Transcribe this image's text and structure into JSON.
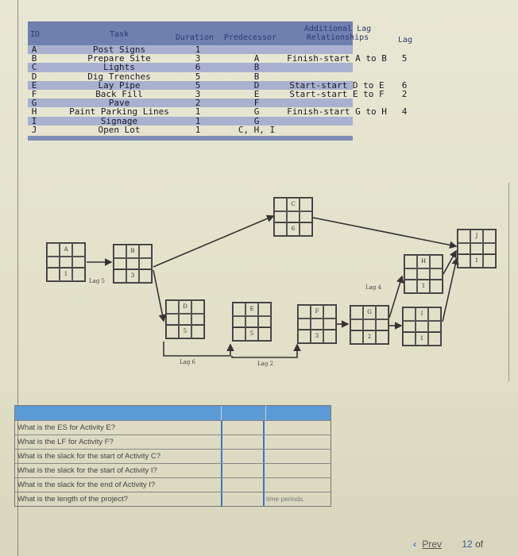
{
  "task_table": {
    "headers": {
      "id": "ID",
      "task": "Task",
      "duration": "Duration",
      "predecessor": "Predecessor",
      "lag_relationships": "Additional Lag Relationships",
      "lag": "Lag"
    },
    "rows": [
      {
        "id": "A",
        "task": "Post Signs",
        "duration": "1",
        "predecessor": "",
        "lag_rel": "",
        "lag": ""
      },
      {
        "id": "B",
        "task": "Prepare Site",
        "duration": "3",
        "predecessor": "A",
        "lag_rel": "Finish-start A to B",
        "lag": "5"
      },
      {
        "id": "C",
        "task": "Lights",
        "duration": "6",
        "predecessor": "B",
        "lag_rel": "",
        "lag": ""
      },
      {
        "id": "D",
        "task": "Dig Trenches",
        "duration": "5",
        "predecessor": "B",
        "lag_rel": "",
        "lag": ""
      },
      {
        "id": "E",
        "task": "Lay Pipe",
        "duration": "5",
        "predecessor": "D",
        "lag_rel": "Start-start D to E",
        "lag": "6"
      },
      {
        "id": "F",
        "task": "Back Fill",
        "duration": "3",
        "predecessor": "E",
        "lag_rel": "Start-start E to F",
        "lag": "2"
      },
      {
        "id": "G",
        "task": "Pave",
        "duration": "2",
        "predecessor": "F",
        "lag_rel": "",
        "lag": ""
      },
      {
        "id": "H",
        "task": "Paint Parking Lines",
        "duration": "1",
        "predecessor": "G",
        "lag_rel": "Finish-start G to H",
        "lag": "4"
      },
      {
        "id": "I",
        "task": "Signage",
        "duration": "1",
        "predecessor": "G",
        "lag_rel": "",
        "lag": ""
      },
      {
        "id": "J",
        "task": "Open Lot",
        "duration": "1",
        "predecessor": "C, H, I",
        "lag_rel": "",
        "lag": ""
      }
    ]
  },
  "network": {
    "nodes": [
      {
        "id": "A",
        "dur": "1"
      },
      {
        "id": "B",
        "dur": "3"
      },
      {
        "id": "C",
        "dur": "6"
      },
      {
        "id": "D",
        "dur": "5"
      },
      {
        "id": "E",
        "dur": "5"
      },
      {
        "id": "F",
        "dur": "3"
      },
      {
        "id": "G",
        "dur": "2"
      },
      {
        "id": "H",
        "dur": "1"
      },
      {
        "id": "I",
        "dur": "1"
      },
      {
        "id": "J",
        "dur": "1"
      }
    ],
    "lag_labels": {
      "ab": "Lag 5",
      "de": "Lag 6",
      "ef": "Lag 2",
      "gh": "Lag 4"
    }
  },
  "questions": [
    {
      "text": "What is the ES for Activity E?",
      "answer": "",
      "unit": ""
    },
    {
      "text": "What is the LF for Activity F?",
      "answer": "",
      "unit": ""
    },
    {
      "text": "What is the slack for the start of Activity C?",
      "answer": "",
      "unit": ""
    },
    {
      "text": "What is the slack for the start of Activity I?",
      "answer": "",
      "unit": ""
    },
    {
      "text": "What is the slack for the end of Activity I?",
      "answer": "",
      "unit": ""
    },
    {
      "text": "What is the length of the project?",
      "answer": "",
      "unit": "time periods."
    }
  ],
  "pager": {
    "prev_label": "Prev",
    "page": "12",
    "of_label": "of"
  }
}
